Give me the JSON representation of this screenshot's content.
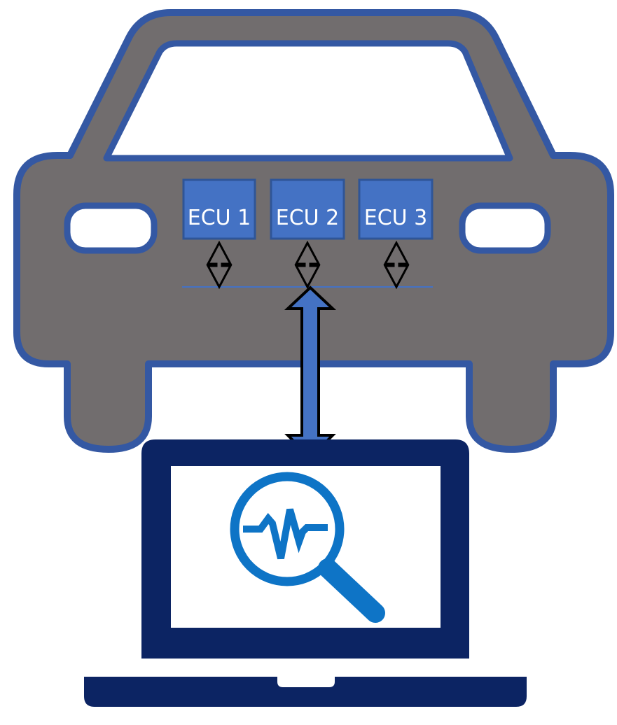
{
  "ecus": [
    {
      "label": "ECU 1"
    },
    {
      "label": "ECU 2"
    },
    {
      "label": "ECU 3"
    }
  ],
  "colors": {
    "car_body": "#716d6e",
    "car_outline": "#3458a3",
    "ecu_fill": "#4472c4",
    "ecu_border": "#2f5597",
    "bus_line": "#4472c4",
    "main_arrow_fill": "#4472c4",
    "arrow_outline": "#000000",
    "laptop": "#0c2463",
    "analysis_icon": "#0e74c6",
    "window": "#ffffff"
  },
  "icons": {
    "ecu_link_arrows": "double-headed-arrow",
    "main_link_arrow": "double-headed-arrow",
    "laptop": "laptop-icon",
    "analysis": "magnifier-waveform-icon"
  }
}
